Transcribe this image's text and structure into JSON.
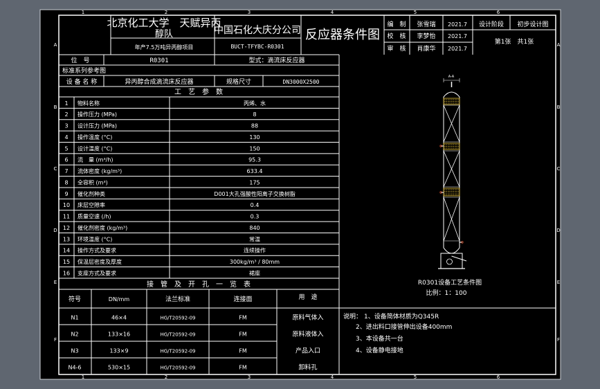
{
  "title_block": {
    "university": "北京化工大学　天赋异丙",
    "team": "醇队",
    "project": "年产7.5万吨异丙醇项目",
    "company": "中国石化大庆分公司",
    "drawing_code": "BUCT-TFYBC-R0301",
    "drawing_title": "反应器条件图",
    "roles": [
      {
        "role": "编　制",
        "name": "张雪瑞",
        "date": "2021.7"
      },
      {
        "role": "校　核",
        "name": "李梦怡",
        "date": "2021.7"
      },
      {
        "role": "审　核",
        "name": "肖康华",
        "date": "2021.7"
      }
    ],
    "design_stage_label": "设计阶段",
    "design_stage_value": "初步设计图",
    "sheet_info": "第1张　共1张"
  },
  "equipment": {
    "tag_label": "位　号",
    "tag_value": "R0301",
    "type_label": "型式：滴流床反应器",
    "standard_ref": "标准系列参考图",
    "name_label": "设 备 名 称",
    "name_value": "异丙醇合成滴流床反应器",
    "size_label": "规格尺寸",
    "size_value": "DN3000X2500"
  },
  "process_params": {
    "heading": "工　艺　参　数",
    "rows": [
      {
        "no": "1",
        "name": "物料名称",
        "value": "丙烯、水"
      },
      {
        "no": "2",
        "name": "操作压力 (MPa)",
        "value": "8"
      },
      {
        "no": "3",
        "name": "设计压力 (MPa)",
        "value": "88"
      },
      {
        "no": "4",
        "name": "操作温度 (°C)",
        "value": "130"
      },
      {
        "no": "5",
        "name": "设计温度 (°C)",
        "value": "150"
      },
      {
        "no": "6",
        "name": "流　量 (m³/h)",
        "value": "95.3"
      },
      {
        "no": "7",
        "name": "流体密度 (kg/m³)",
        "value": "633.4"
      },
      {
        "no": "8",
        "name": "全容积 (m³)",
        "value": "175"
      },
      {
        "no": "9",
        "name": "催化剂种类",
        "value": "D001大孔强酸性阳离子交换树脂"
      },
      {
        "no": "10",
        "name": "床层空隙率",
        "value": "0.4"
      },
      {
        "no": "11",
        "name": "质量空速 (/h)",
        "value": "0.3"
      },
      {
        "no": "12",
        "name": "催化剂密度 (kg/m³)",
        "value": "840"
      },
      {
        "no": "13",
        "name": "环境温度 (°C)",
        "value": "常温"
      },
      {
        "no": "14",
        "name": "操作方式及要求",
        "value": "连续操作"
      },
      {
        "no": "15",
        "name": "保温层密度及厚度",
        "value": "300kg/m³ / 80mm"
      },
      {
        "no": "16",
        "name": "支座方式及要求",
        "value": "裙座"
      }
    ]
  },
  "nozzles": {
    "heading": "接　管　及　开　孔　一　览　表",
    "headers": [
      "符号",
      "DN/mm",
      "法兰标准",
      "连接面",
      "用　途"
    ],
    "rows": [
      {
        "code": "N1",
        "dn": "46×4",
        "std": "HG/T20592-09",
        "face": "FM",
        "use": "原料气体入"
      },
      {
        "code": "N2",
        "dn": "133×16",
        "std": "HG/T20592-09",
        "face": "FM",
        "use": "原料液体入"
      },
      {
        "code": "N3",
        "dn": "133×9",
        "std": "HG/T20592-09",
        "face": "FM",
        "use": "产品入口"
      },
      {
        "code": "N4-6",
        "dn": "530×15",
        "std": "HG/T20592-09",
        "face": "FM",
        "use": "卸料孔"
      }
    ]
  },
  "drawing": {
    "caption": "R0301设备工艺条件图",
    "scale": "比例：1：100",
    "dim_label": "A-A"
  },
  "notes": {
    "intro": "说明：",
    "items": [
      "1、设备简体材质为Q345R",
      "2、进出料口接管伸出设备400mm",
      "3、本设备共一台",
      "4、设备静电接地"
    ]
  },
  "border": {
    "col_marks": [
      "1",
      "2",
      "3",
      "4",
      "5",
      "6"
    ],
    "row_marks": [
      "A",
      "B",
      "C",
      "D",
      "E",
      "F"
    ]
  },
  "colors": {
    "canvas": "#5f6670",
    "sheet": "#000000",
    "line": "#ffffff",
    "highlight": "#e8c23a",
    "accent": "#c04a2a"
  }
}
